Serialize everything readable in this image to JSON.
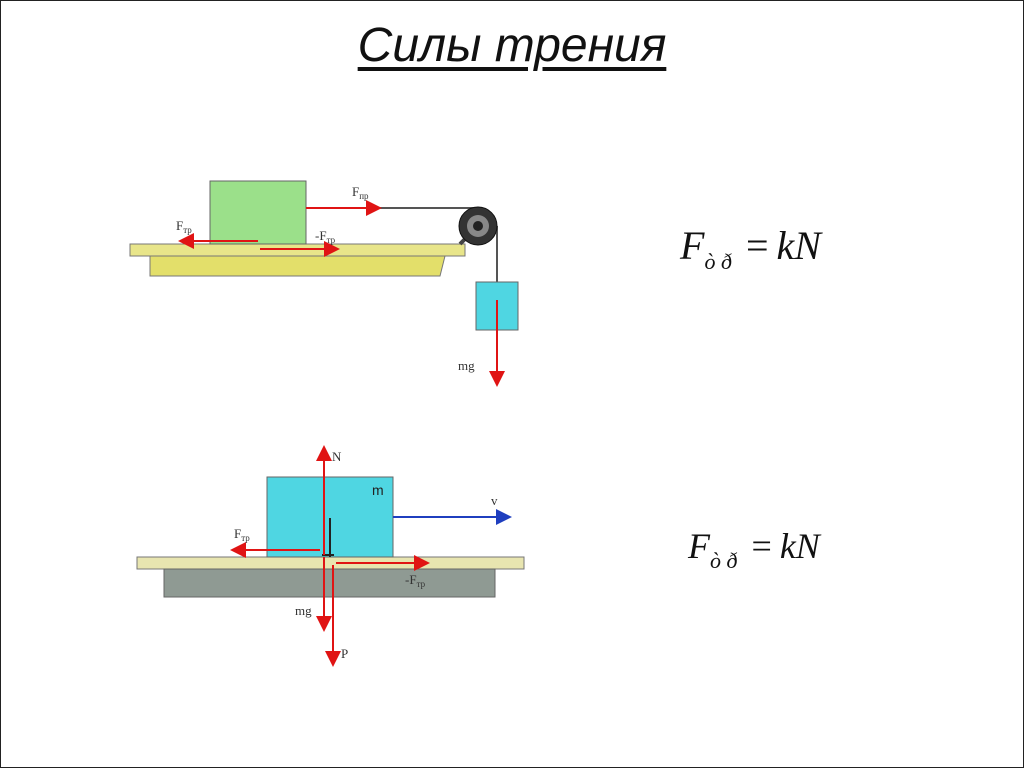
{
  "title": "Силы трения",
  "diagram1": {
    "labels": {
      "f_upper": "F",
      "f_upper_sub": "пр",
      "f_left": "F",
      "f_left_sub": "тр",
      "f_neg": "-F",
      "f_neg_sub": "тр",
      "mg": "mg"
    },
    "formula": {
      "lhs": "F",
      "sub": "ò ð",
      "op": "=",
      "rhs": "kN"
    }
  },
  "diagram2": {
    "labels": {
      "n": "N",
      "m": "m",
      "v": "v",
      "f_left": "F",
      "f_left_sub": "тр",
      "f_neg": "-F",
      "f_neg_sub": "тр",
      "mg": "mg",
      "p": "P"
    },
    "formula": {
      "lhs": "F",
      "sub": "ò ð",
      "op": "=",
      "rhs": "kN"
    }
  },
  "colors": {
    "green_block": "#9be08a",
    "yellow_table": "#e8e58a",
    "cyan_block": "#4fd6e2",
    "gray_table": "#8f9a93",
    "red_arrow": "#e01414",
    "blue_arrow": "#1f3fbf"
  }
}
